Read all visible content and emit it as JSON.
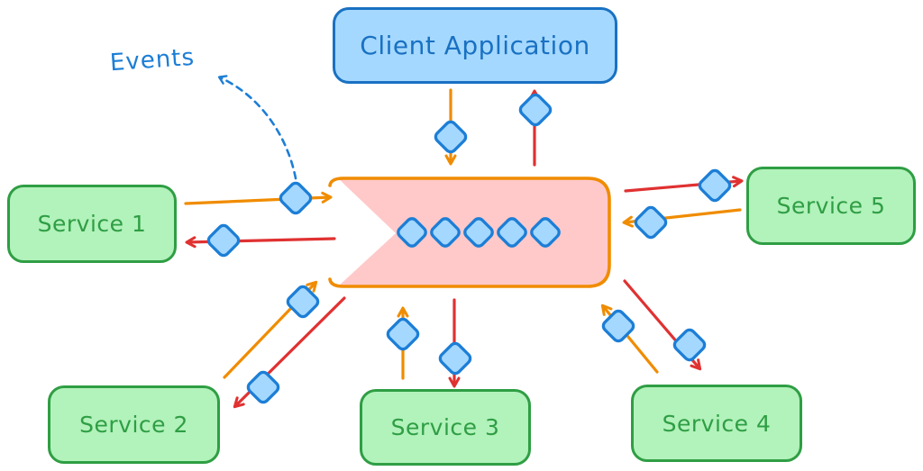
{
  "diagram": {
    "nodes": {
      "client": {
        "label": "Client Application",
        "fill": "#a5d8ff",
        "stroke": "#1971c2",
        "text_color": "#1971c2"
      },
      "service1": {
        "label": "Service 1"
      },
      "service2": {
        "label": "Service 2"
      },
      "service3": {
        "label": "Service 3"
      },
      "service4": {
        "label": "Service 4"
      },
      "service5": {
        "label": "Service 5"
      },
      "event_bus": {
        "fill": "#ffc9c9",
        "stroke": "#f08c00",
        "shape": "chevron-notched-rounded-rect",
        "queued_event_markers": 5
      }
    },
    "service_style": {
      "fill": "#b2f2bb",
      "stroke": "#2f9e44",
      "text_color": "#2f9e44"
    },
    "annotation": {
      "label": "Events",
      "color": "#1c7ed6",
      "style": "dashed-curved-arrow",
      "points_from": "event-diamond-on-service1-arrow"
    },
    "event_marker": {
      "shape": "diamond",
      "fill": "#a5d8ff",
      "stroke": "#1c7ed6"
    },
    "edge_colors": {
      "to_bus": "#f08c00",
      "from_bus": "#e03131"
    },
    "edges": [
      {
        "from": "Client Application",
        "to": "event bus",
        "color": "#f08c00",
        "marker": "diamond"
      },
      {
        "from": "event bus",
        "to": "Client Application",
        "color": "#e03131",
        "marker": "diamond"
      },
      {
        "from": "Service 1",
        "to": "event bus",
        "color": "#f08c00",
        "marker": "diamond"
      },
      {
        "from": "event bus",
        "to": "Service 1",
        "color": "#e03131",
        "marker": "diamond"
      },
      {
        "from": "Service 2",
        "to": "event bus",
        "color": "#f08c00",
        "marker": "diamond"
      },
      {
        "from": "event bus",
        "to": "Service 2",
        "color": "#e03131",
        "marker": "diamond"
      },
      {
        "from": "Service 3",
        "to": "event bus",
        "color": "#f08c00",
        "marker": "diamond"
      },
      {
        "from": "event bus",
        "to": "Service 3",
        "color": "#e03131",
        "marker": "diamond"
      },
      {
        "from": "Service 4",
        "to": "event bus",
        "color": "#f08c00",
        "marker": "diamond"
      },
      {
        "from": "event bus",
        "to": "Service 4",
        "color": "#e03131",
        "marker": "diamond"
      },
      {
        "from": "event bus",
        "to": "Service 5",
        "color": "#e03131",
        "marker": "diamond"
      },
      {
        "from": "Service 5",
        "to": "event bus",
        "color": "#f08c00",
        "marker": "diamond"
      },
      {
        "from": "event-diamond",
        "to": "Events label",
        "color": "#1c7ed6",
        "style": "dashed"
      }
    ]
  }
}
